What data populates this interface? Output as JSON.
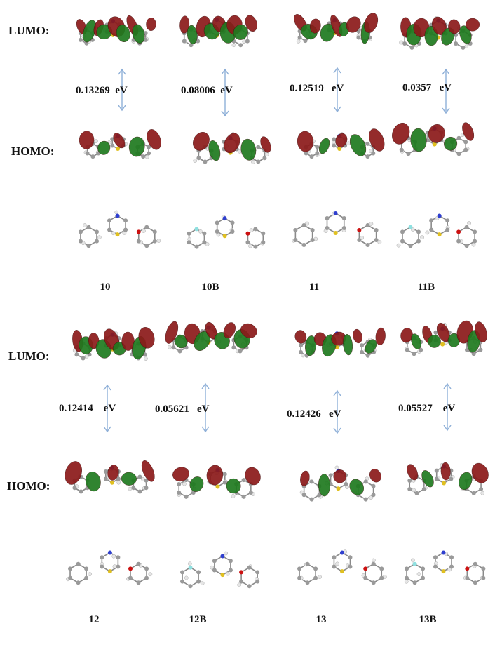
{
  "row_labels": {
    "top_lumo": "LUMO:",
    "top_homo": "HOMO:",
    "bottom_lumo": "LUMO:",
    "bottom_homo": "HOMO:"
  },
  "compounds": [
    {
      "id": "10",
      "gap": "0.13269",
      "unit": "eV"
    },
    {
      "id": "10B",
      "gap": "0.08006",
      "unit": "eV"
    },
    {
      "id": "11",
      "gap": "0.12519",
      "unit": "eV"
    },
    {
      "id": "11B",
      "gap": "0.0357",
      "unit": "eV"
    },
    {
      "id": "12",
      "gap": "0.12414",
      "unit": "eV"
    },
    {
      "id": "12B",
      "gap": "0.05621",
      "unit": "eV"
    },
    {
      "id": "13",
      "gap": "0.12426",
      "unit": "eV"
    },
    {
      "id": "13B",
      "gap": "0.05527",
      "unit": "eV"
    }
  ],
  "colors": {
    "orbital_positive": "#8b1a1a",
    "orbital_negative": "#1f7a1f",
    "arrow": "#8fb0d8",
    "atom_carbon": "#9a9a9a",
    "atom_hydrogen": "#e6e6e6",
    "atom_sulfur": "#e0c020",
    "atom_nitrogen": "#2f3fcf",
    "atom_oxygen": "#cc1111",
    "atom_fluorine": "#8fe0e0",
    "atom_boron": "#f0b8b8"
  }
}
